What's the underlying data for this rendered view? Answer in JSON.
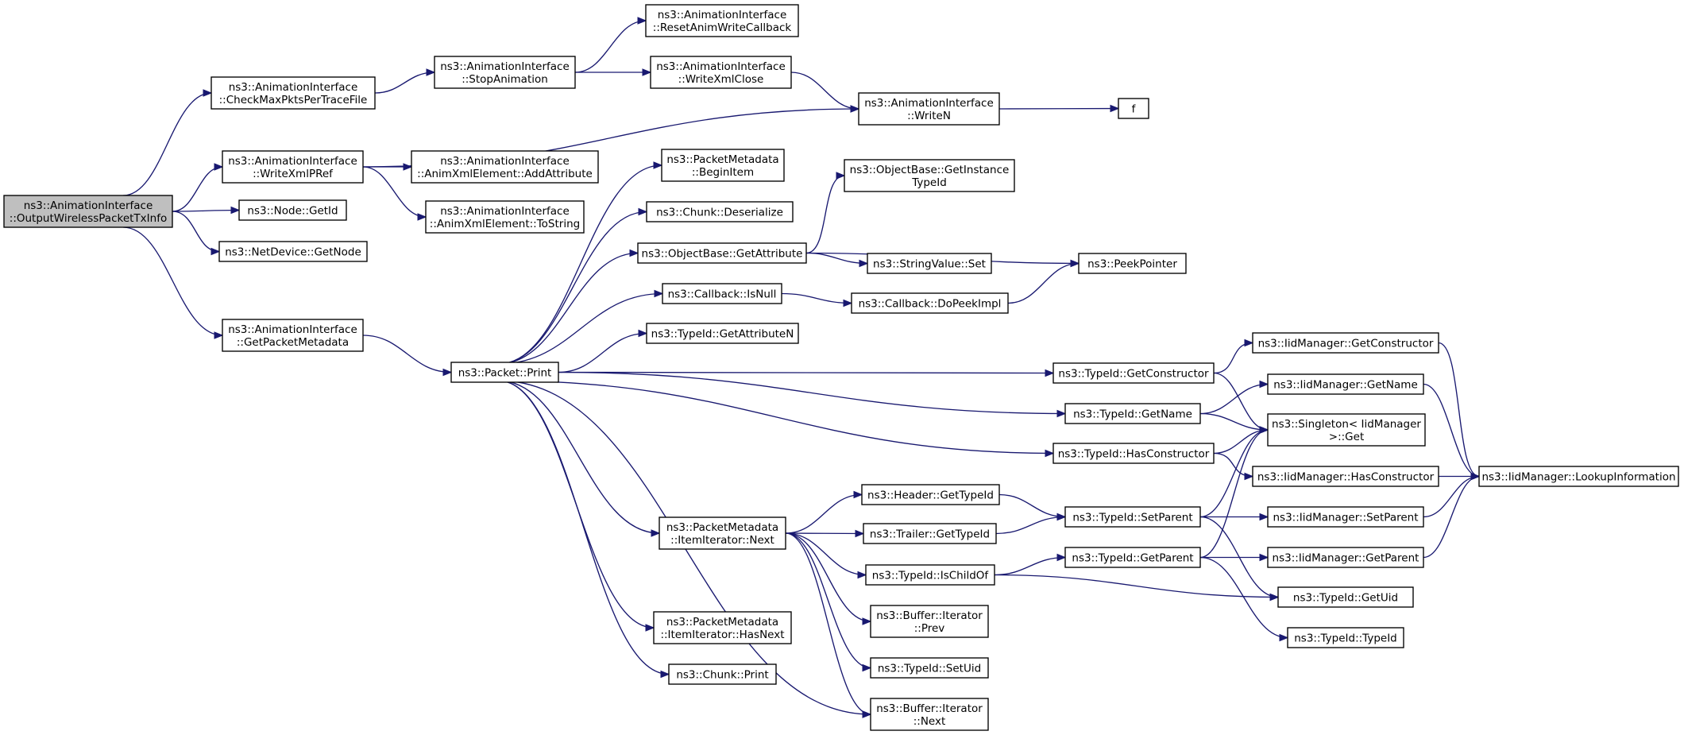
{
  "nodes": [
    {
      "id": "root",
      "lines": [
        "ns3::AnimationInterface",
        "::OutputWirelessPacketTxInfo"
      ],
      "highlighted": true
    },
    {
      "id": "checkmax",
      "lines": [
        "ns3::AnimationInterface",
        "::CheckMaxPktsPerTraceFile"
      ]
    },
    {
      "id": "writexmlpref",
      "lines": [
        "ns3::AnimationInterface",
        "::WriteXmlPRef"
      ]
    },
    {
      "id": "nodegetid",
      "lines": [
        "ns3::Node::GetId"
      ]
    },
    {
      "id": "netdevgetnode",
      "lines": [
        "ns3::NetDevice::GetNode"
      ]
    },
    {
      "id": "getpacketmetadata",
      "lines": [
        "ns3::AnimationInterface",
        "::GetPacketMetadata"
      ]
    },
    {
      "id": "stopanimation",
      "lines": [
        "ns3::AnimationInterface",
        "::StopAnimation"
      ]
    },
    {
      "id": "resetanim",
      "lines": [
        "ns3::AnimationInterface",
        "::ResetAnimWriteCallback"
      ]
    },
    {
      "id": "writexmlclose",
      "lines": [
        "ns3::AnimationInterface",
        "::WriteXmlClose"
      ]
    },
    {
      "id": "writen",
      "lines": [
        "ns3::AnimationInterface",
        "::WriteN"
      ]
    },
    {
      "id": "f",
      "lines": [
        "f"
      ]
    },
    {
      "id": "addattribute",
      "lines": [
        "ns3::AnimationInterface",
        "::AnimXmlElement::AddAttribute"
      ]
    },
    {
      "id": "tostring",
      "lines": [
        "ns3::AnimationInterface",
        "::AnimXmlElement::ToString"
      ]
    },
    {
      "id": "packetprint",
      "lines": [
        "ns3::Packet::Print"
      ]
    },
    {
      "id": "beginitem",
      "lines": [
        "ns3::PacketMetadata",
        "::BeginItem"
      ]
    },
    {
      "id": "chunkdeserialize",
      "lines": [
        "ns3::Chunk::Deserialize"
      ]
    },
    {
      "id": "getattribute",
      "lines": [
        "ns3::ObjectBase::GetAttribute"
      ]
    },
    {
      "id": "callbackisnull",
      "lines": [
        "ns3::Callback::IsNull"
      ]
    },
    {
      "id": "getattributen",
      "lines": [
        "ns3::TypeId::GetAttributeN"
      ]
    },
    {
      "id": "itemnext",
      "lines": [
        "ns3::PacketMetadata",
        "::ItemIterator::Next"
      ]
    },
    {
      "id": "itemhasnext",
      "lines": [
        "ns3::PacketMetadata",
        "::ItemIterator::HasNext"
      ]
    },
    {
      "id": "chunkprint",
      "lines": [
        "ns3::Chunk::Print"
      ]
    },
    {
      "id": "getinstancetypeid",
      "lines": [
        "ns3::ObjectBase::GetInstance",
        "TypeId"
      ]
    },
    {
      "id": "stringvalueset",
      "lines": [
        "ns3::StringValue::Set"
      ]
    },
    {
      "id": "dopeekimpl",
      "lines": [
        "ns3::Callback::DoPeekImpl"
      ]
    },
    {
      "id": "peekpointer",
      "lines": [
        "ns3::PeekPointer"
      ]
    },
    {
      "id": "tid_getconstructor",
      "lines": [
        "ns3::TypeId::GetConstructor"
      ]
    },
    {
      "id": "tid_getname",
      "lines": [
        "ns3::TypeId::GetName"
      ]
    },
    {
      "id": "tid_hasconstructor",
      "lines": [
        "ns3::TypeId::HasConstructor"
      ]
    },
    {
      "id": "iid_getconstructor",
      "lines": [
        "ns3::IidManager::GetConstructor"
      ]
    },
    {
      "id": "iid_getname",
      "lines": [
        "ns3::IidManager::GetName"
      ]
    },
    {
      "id": "singletonget",
      "lines": [
        "ns3::Singleton< IidManager",
        ">::Get"
      ]
    },
    {
      "id": "iid_hasconstructor",
      "lines": [
        "ns3::IidManager::HasConstructor"
      ]
    },
    {
      "id": "lookupinformation",
      "lines": [
        "ns3::IidManager::LookupInformation"
      ]
    },
    {
      "id": "headergettypeid",
      "lines": [
        "ns3::Header::GetTypeId"
      ]
    },
    {
      "id": "trailergettypeid",
      "lines": [
        "ns3::Trailer::GetTypeId"
      ]
    },
    {
      "id": "tid_ischildof",
      "lines": [
        "ns3::TypeId::IsChildOf"
      ]
    },
    {
      "id": "bufferprev",
      "lines": [
        "ns3::Buffer::Iterator",
        "::Prev"
      ]
    },
    {
      "id": "tid_setuid",
      "lines": [
        "ns3::TypeId::SetUid"
      ]
    },
    {
      "id": "buffernext",
      "lines": [
        "ns3::Buffer::Iterator",
        "::Next"
      ]
    },
    {
      "id": "tid_setparent",
      "lines": [
        "ns3::TypeId::SetParent"
      ]
    },
    {
      "id": "tid_getparent",
      "lines": [
        "ns3::TypeId::GetParent"
      ]
    },
    {
      "id": "iid_setparent",
      "lines": [
        "ns3::IidManager::SetParent"
      ]
    },
    {
      "id": "iid_getparent",
      "lines": [
        "ns3::IidManager::GetParent"
      ]
    },
    {
      "id": "tid_getuid",
      "lines": [
        "ns3::TypeId::GetUid"
      ]
    },
    {
      "id": "tid_typeid",
      "lines": [
        "ns3::TypeId::TypeId"
      ]
    }
  ],
  "edges": [
    [
      "root",
      "checkmax"
    ],
    [
      "root",
      "writexmlpref"
    ],
    [
      "root",
      "nodegetid"
    ],
    [
      "root",
      "netdevgetnode"
    ],
    [
      "root",
      "getpacketmetadata"
    ],
    [
      "checkmax",
      "stopanimation"
    ],
    [
      "stopanimation",
      "resetanim"
    ],
    [
      "stopanimation",
      "writexmlclose"
    ],
    [
      "writexmlclose",
      "writen"
    ],
    [
      "writen",
      "f"
    ],
    [
      "writexmlpref",
      "writen"
    ],
    [
      "writexmlpref",
      "addattribute"
    ],
    [
      "writexmlpref",
      "tostring"
    ],
    [
      "getpacketmetadata",
      "packetprint"
    ],
    [
      "packetprint",
      "beginitem"
    ],
    [
      "packetprint",
      "chunkdeserialize"
    ],
    [
      "packetprint",
      "getattribute"
    ],
    [
      "packetprint",
      "callbackisnull"
    ],
    [
      "packetprint",
      "getattributen"
    ],
    [
      "packetprint",
      "tid_getconstructor"
    ],
    [
      "packetprint",
      "tid_getname"
    ],
    [
      "packetprint",
      "tid_hasconstructor"
    ],
    [
      "packetprint",
      "itemnext"
    ],
    [
      "packetprint",
      "itemhasnext"
    ],
    [
      "packetprint",
      "chunkprint"
    ],
    [
      "packetprint",
      "buffernext"
    ],
    [
      "getattribute",
      "getinstancetypeid"
    ],
    [
      "getattribute",
      "peekpointer"
    ],
    [
      "getattribute",
      "stringvalueset"
    ],
    [
      "callbackisnull",
      "dopeekimpl"
    ],
    [
      "dopeekimpl",
      "peekpointer"
    ],
    [
      "tid_getconstructor",
      "iid_getconstructor"
    ],
    [
      "tid_getconstructor",
      "singletonget"
    ],
    [
      "tid_getname",
      "iid_getname"
    ],
    [
      "tid_getname",
      "singletonget"
    ],
    [
      "tid_hasconstructor",
      "singletonget"
    ],
    [
      "tid_hasconstructor",
      "iid_hasconstructor"
    ],
    [
      "iid_getconstructor",
      "lookupinformation"
    ],
    [
      "iid_getname",
      "lookupinformation"
    ],
    [
      "iid_hasconstructor",
      "lookupinformation"
    ],
    [
      "iid_setparent",
      "lookupinformation"
    ],
    [
      "iid_getparent",
      "lookupinformation"
    ],
    [
      "itemnext",
      "headergettypeid"
    ],
    [
      "itemnext",
      "trailergettypeid"
    ],
    [
      "itemnext",
      "tid_ischildof"
    ],
    [
      "itemnext",
      "bufferprev"
    ],
    [
      "itemnext",
      "tid_setuid"
    ],
    [
      "itemnext",
      "buffernext"
    ],
    [
      "headergettypeid",
      "tid_setparent"
    ],
    [
      "trailergettypeid",
      "tid_setparent"
    ],
    [
      "tid_ischildof",
      "tid_getparent"
    ],
    [
      "tid_ischildof",
      "tid_getuid"
    ],
    [
      "tid_setparent",
      "singletonget"
    ],
    [
      "tid_setparent",
      "iid_setparent"
    ],
    [
      "tid_setparent",
      "tid_getuid"
    ],
    [
      "tid_getparent",
      "singletonget"
    ],
    [
      "tid_getparent",
      "iid_getparent"
    ],
    [
      "tid_getparent",
      "tid_typeid"
    ]
  ]
}
